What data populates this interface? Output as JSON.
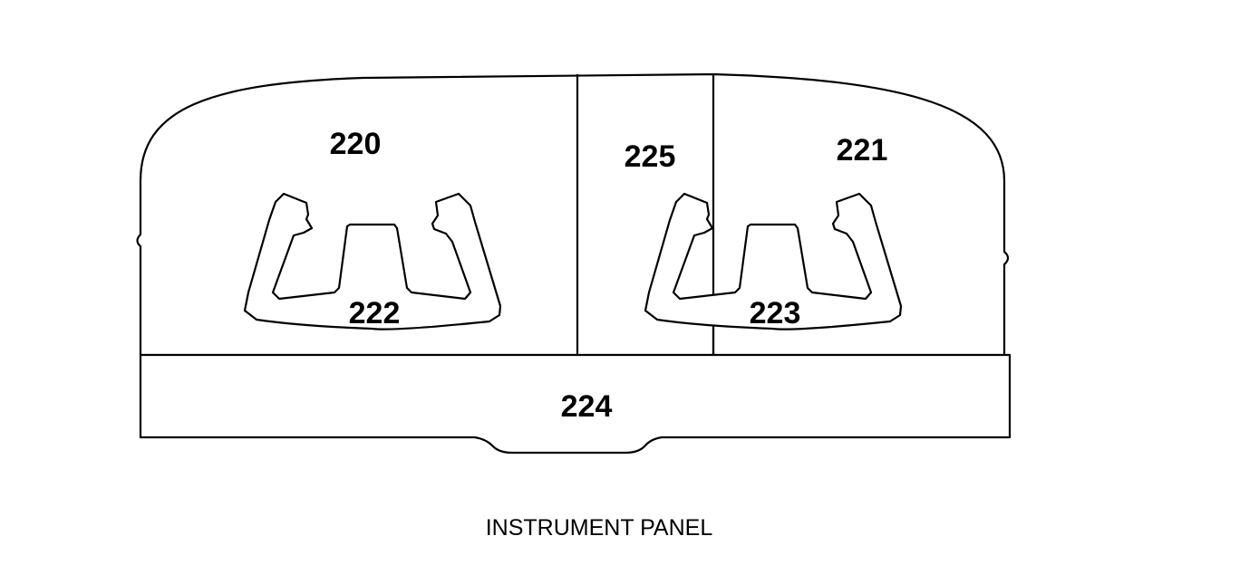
{
  "figure": {
    "caption": "INSTRUMENT PANEL",
    "labels": {
      "left_panel": "220",
      "right_panel": "221",
      "center_panel": "225",
      "left_wheel": "222",
      "right_wheel": "223",
      "lower_panel": "224"
    },
    "colors": {
      "line": "#000000",
      "background": "#ffffff"
    }
  }
}
